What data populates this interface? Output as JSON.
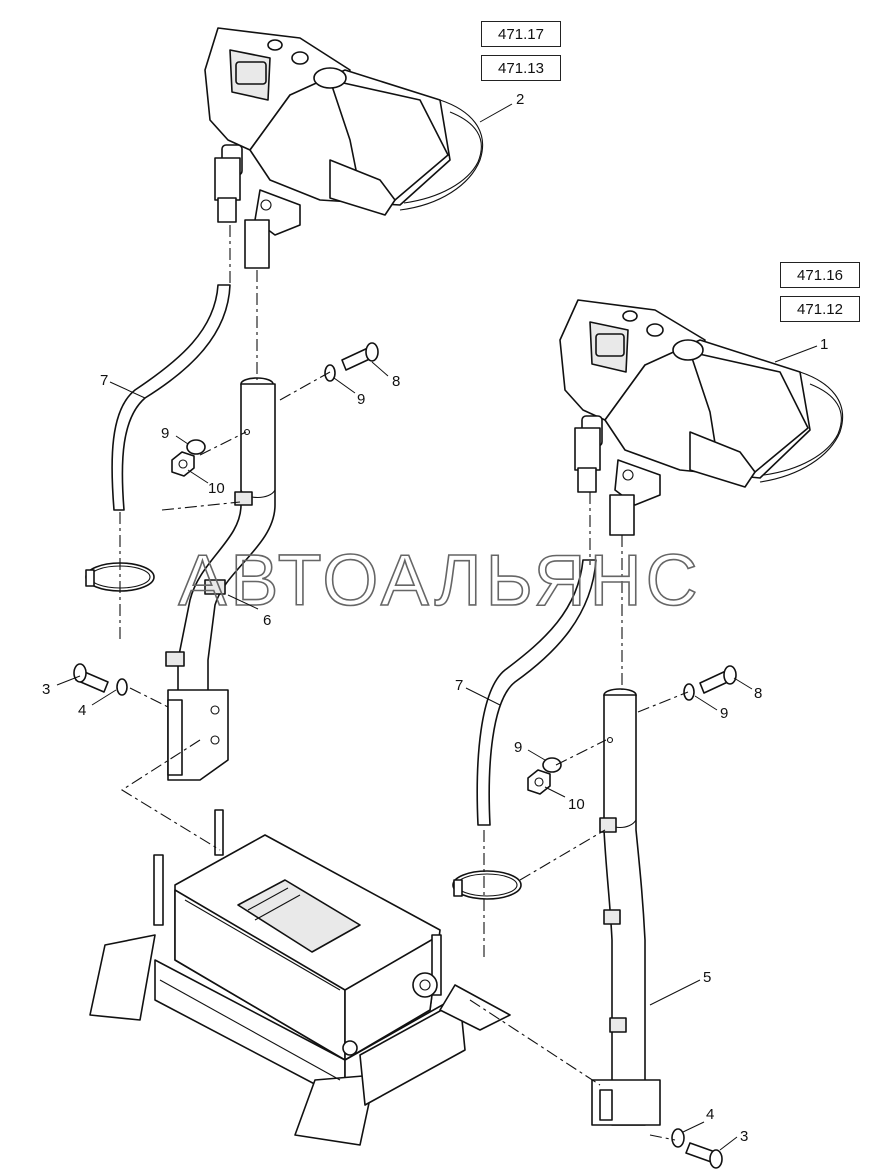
{
  "ref_boxes": {
    "top_1": "471.17",
    "top_2": "471.13",
    "right_1": "471.16",
    "right_2": "471.12"
  },
  "watermark": "АВТОАЛЬЯНС",
  "callouts": {
    "c2": "2",
    "c1": "1",
    "c7a": "7",
    "c8a": "8",
    "c9a": "9",
    "c9b": "9",
    "c10a": "10",
    "c6": "6",
    "c3a": "3",
    "c4a": "4",
    "c7b": "7",
    "c8b": "8",
    "c9c": "9",
    "c9d": "9",
    "c10b": "10",
    "c5": "5",
    "c4b": "4",
    "c3b": "3"
  }
}
